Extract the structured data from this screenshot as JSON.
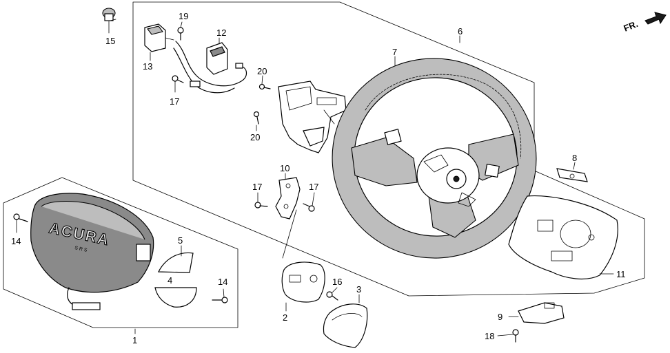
{
  "direction_label": "FR.",
  "logo_text": "ACURA",
  "srs_text": "SRS",
  "part_numbers": {
    "p1": "1",
    "p2": "2",
    "p3": "3",
    "p4": "4",
    "p5": "5",
    "p6": "6",
    "p7": "7",
    "p8": "8",
    "p9": "9",
    "p10": "10",
    "p11": "11",
    "p12": "12",
    "p13": "13",
    "p14a": "14",
    "p14b": "14",
    "p15": "15",
    "p16": "16",
    "p17a": "17",
    "p17b": "17",
    "p17c": "17",
    "p18": "18",
    "p19": "19",
    "p20a": "20",
    "p20b": "20"
  }
}
